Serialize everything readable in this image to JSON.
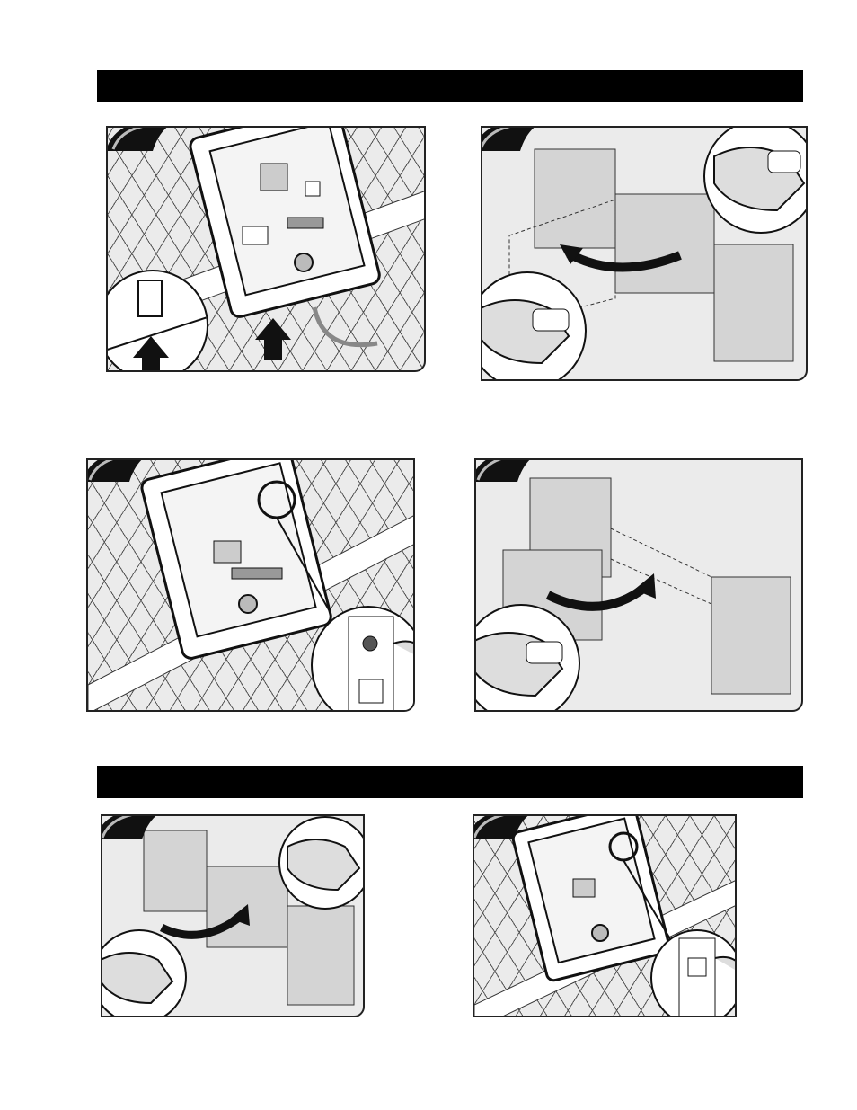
{
  "page": {
    "sections": [
      {
        "header": "",
        "steps": [
          "step-1",
          "step-2",
          "step-3",
          "step-4"
        ]
      },
      {
        "header": "",
        "steps": [
          "step-5",
          "step-6"
        ]
      }
    ]
  },
  "icons": {
    "step_badge": "step-number-swoosh-icon",
    "arrow_up": "arrow-up-icon",
    "arrow_curved": "curved-arrow-icon",
    "remote": "remote-control-icon",
    "finger": "finger-press-icon"
  },
  "colors": {
    "ink": "#111111",
    "panel": "#ebebeb",
    "bar": "#000000"
  }
}
